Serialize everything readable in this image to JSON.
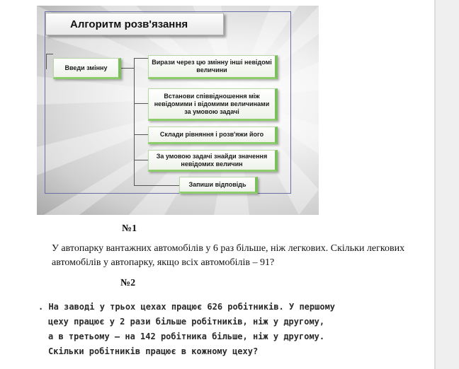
{
  "slide": {
    "title": "Алгоритм розв'язання",
    "steps": {
      "enter": "Введи змінну",
      "express": "Вирази через цю змінну інші невідомі величини",
      "relations": "Встанови співвідношення між невідомими і відомими величинами за умовою задачі",
      "equation": "Склади рівняння і розв'яжи його",
      "find": "За умовою задачі знайди значення невідомих величин",
      "answer": "Запиши відповідь"
    }
  },
  "problem1": {
    "number": "№1",
    "text": "У автопарку вантажних автомобілів у 6 раз більше, ніж легкових. Скільки легкових автомобілів у автопарку, якщо всіх автомобілів – 91?"
  },
  "problem2": {
    "number": "№2",
    "lines": [
      ". На заводі у трьох цехах працює 626 робітників. У першому",
      "цеху працює у 2 рази більше робітників, ніж у другому,",
      "а в третьому — на 142 робітника більше, ніж у другому.",
      "Скільки робітників працює в кожному цеху?"
    ]
  }
}
